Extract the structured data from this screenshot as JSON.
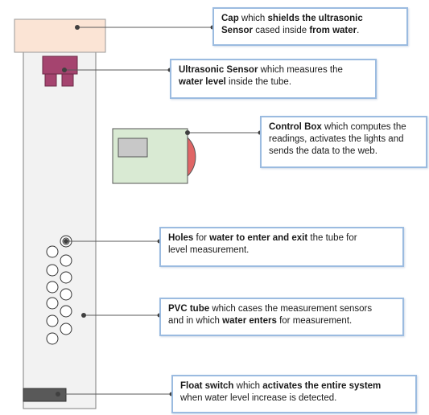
{
  "callouts": {
    "cap": [
      {
        "t": "Cap",
        "b": true
      },
      {
        "t": " which ",
        "b": false
      },
      {
        "t": "shields the ultrasonic",
        "b": true
      },
      {
        "t": "\n",
        "b": false
      },
      {
        "t": "Sensor",
        "b": true
      },
      {
        "t": " cased inside ",
        "b": false
      },
      {
        "t": "from water",
        "b": true
      },
      {
        "t": ".",
        "b": false
      }
    ],
    "sensor": [
      {
        "t": "Ultrasonic Sensor",
        "b": true
      },
      {
        "t": " which measures the",
        "b": false
      },
      {
        "t": "\n",
        "b": false
      },
      {
        "t": "water level",
        "b": true
      },
      {
        "t": " inside the tube.",
        "b": false
      }
    ],
    "control": [
      {
        "t": "Control Box",
        "b": true
      },
      {
        "t": " which computes the",
        "b": false
      },
      {
        "t": "\n",
        "b": false
      },
      {
        "t": "readings, activates the lights and",
        "b": false
      },
      {
        "t": "\n",
        "b": false
      },
      {
        "t": "sends the data to the web.",
        "b": false
      }
    ],
    "holes": [
      {
        "t": "Holes",
        "b": true
      },
      {
        "t": " for ",
        "b": false
      },
      {
        "t": "water to enter and exit",
        "b": true
      },
      {
        "t": " the tube for",
        "b": false
      },
      {
        "t": "\n",
        "b": false
      },
      {
        "t": "level measurement.",
        "b": false
      }
    ],
    "pvc": [
      {
        "t": "PVC tube",
        "b": true
      },
      {
        "t": " which cases the measurement sensors",
        "b": false
      },
      {
        "t": "\n",
        "b": false
      },
      {
        "t": "and in which ",
        "b": false
      },
      {
        "t": "water enters",
        "b": true
      },
      {
        "t": " for measurement.",
        "b": false
      }
    ],
    "float": [
      {
        "t": "Float switch",
        "b": true
      },
      {
        "t": " which ",
        "b": false
      },
      {
        "t": "activates the entire system",
        "b": true
      },
      {
        "t": "\n",
        "b": false
      },
      {
        "t": "when water level increase is detected.",
        "b": false
      }
    ]
  },
  "colors": {
    "tube_fill": "#f2f2f2",
    "cap_fill": "#fbe4d5",
    "sensor_fill": "#a5446f",
    "control_box_fill": "#d9ead3",
    "display_fill": "#c8c8c8",
    "light_fill": "#e06666",
    "float_switch_fill": "#595959",
    "callout_border": "#9bbbe0",
    "leader_line": "#595959"
  }
}
